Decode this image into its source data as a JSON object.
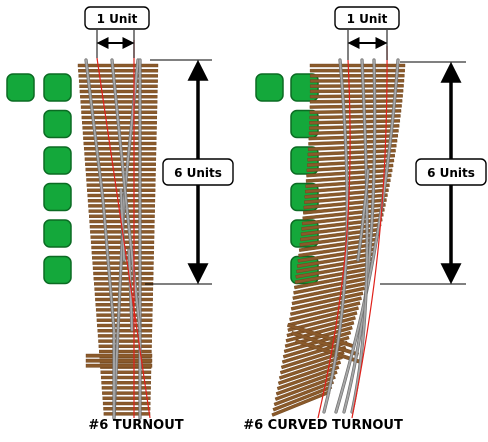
{
  "panels": [
    {
      "id": "straight",
      "unit_label": "1 Unit",
      "units_label": "6 Units",
      "caption": "#6 TURNOUT",
      "square_count": 7
    },
    {
      "id": "curved",
      "unit_label": "1 Unit",
      "units_label": "6 Units",
      "caption": "#6 CURVED TURNOUT",
      "square_count": 7
    }
  ],
  "colors": {
    "tie": "#8a5a2b",
    "tie_dark": "#6b421c",
    "rail": "#a8a8a8",
    "rail_edge": "#6e6e6e",
    "guide_line": "#e0211b",
    "square_fill": "#14a83b",
    "square_stroke": "#0b6b23",
    "arrow": "#000000"
  }
}
